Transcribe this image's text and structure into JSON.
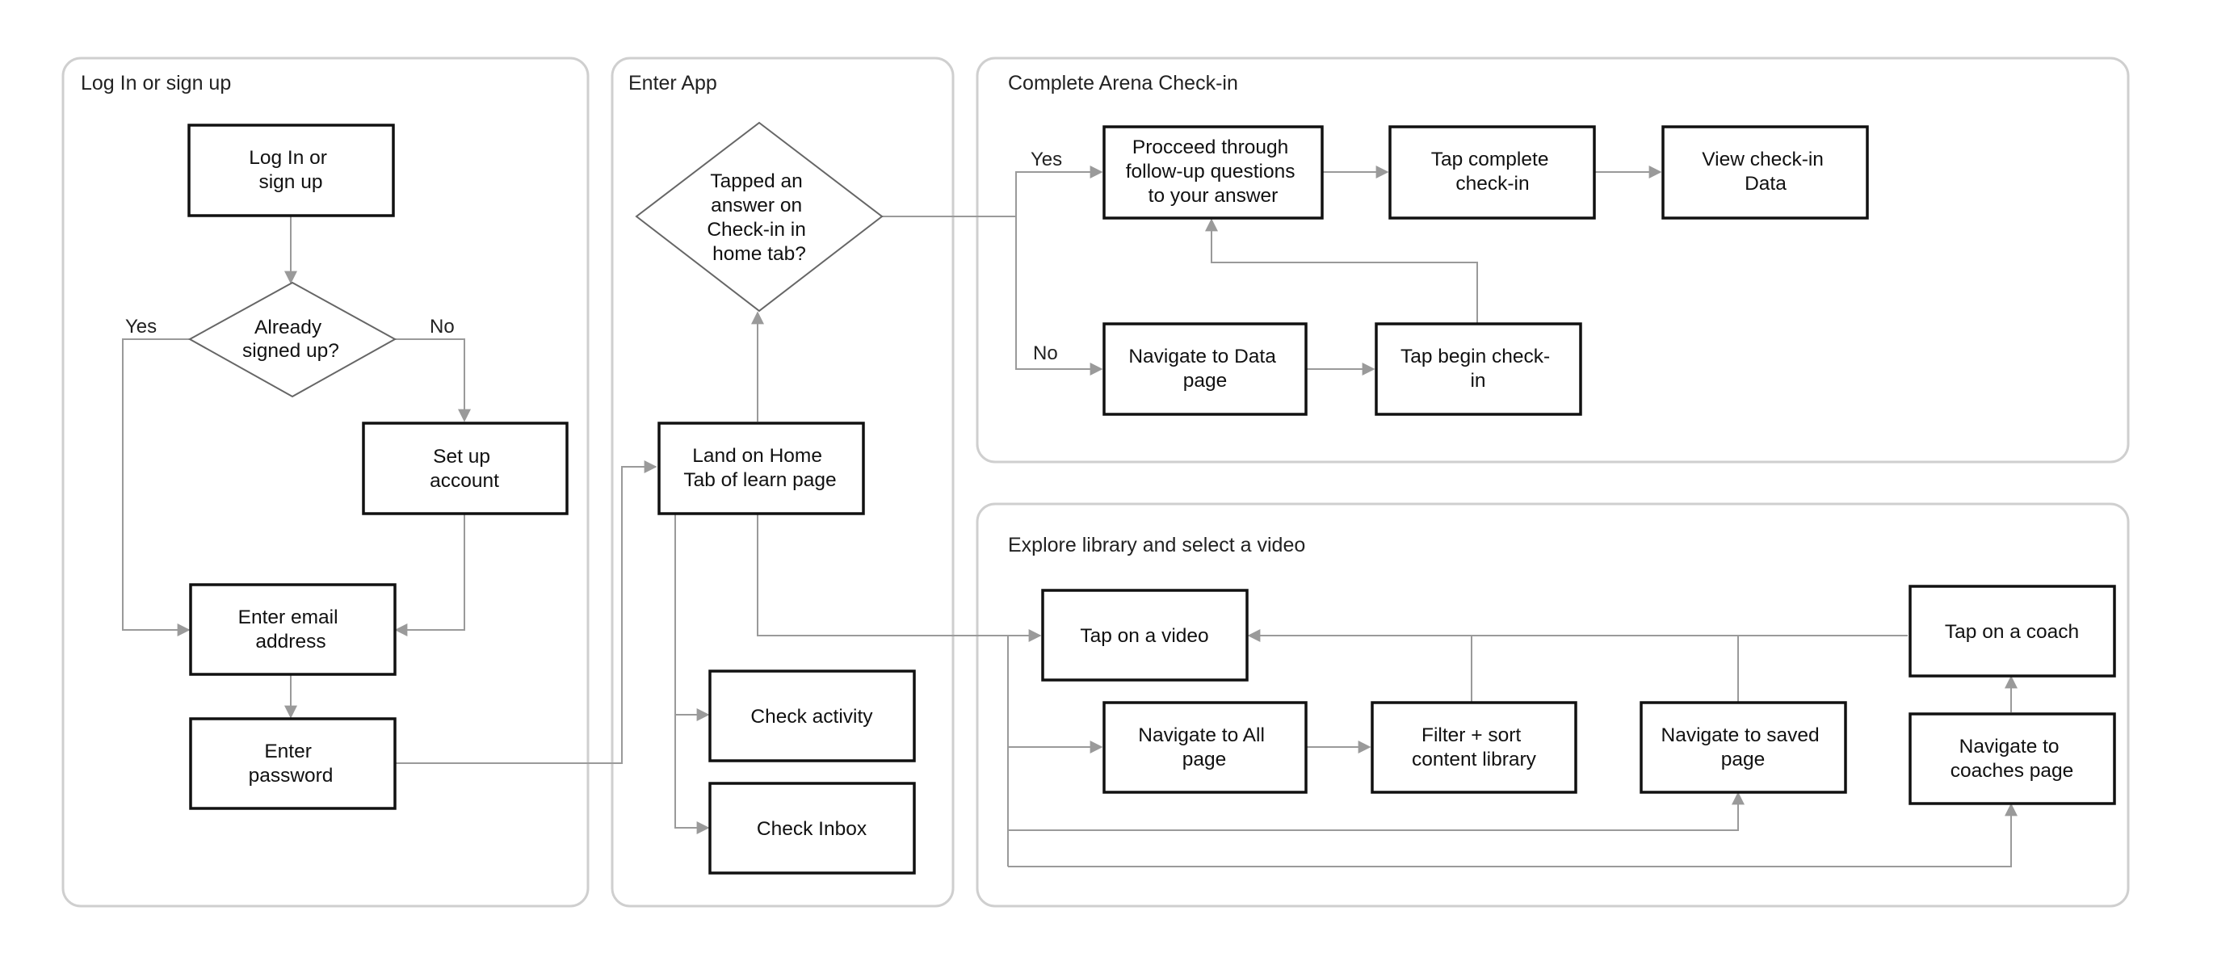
{
  "panels": {
    "login": {
      "title": "Log In or sign up"
    },
    "enter_app": {
      "title": "Enter App"
    },
    "checkin": {
      "title": "Complete Arena Check-in"
    },
    "library": {
      "title": "Explore library and select a video"
    }
  },
  "nodes": {
    "login_signup": [
      "Log In or",
      "sign up"
    ],
    "already_signed_up": [
      "Already",
      "signed up?"
    ],
    "set_up_account": [
      "Set up",
      "account"
    ],
    "enter_email": [
      "Enter email",
      "address"
    ],
    "enter_password": [
      "Enter",
      "password"
    ],
    "tapped_answer": [
      "Tapped an",
      "answer on",
      "Check-in in",
      "home tab?"
    ],
    "land_home": [
      "Land on Home",
      "Tab of learn page"
    ],
    "check_activity": [
      "Check activity"
    ],
    "check_inbox": [
      "Check Inbox"
    ],
    "proceed_followup": [
      "Procceed through",
      "follow-up questions",
      "to your answer"
    ],
    "tap_complete": [
      "Tap complete",
      "check-in"
    ],
    "view_checkin": [
      "View check-in",
      "Data"
    ],
    "navigate_data": [
      "Navigate to Data",
      "page"
    ],
    "tap_begin": [
      "Tap begin check-",
      "in"
    ],
    "tap_video": [
      "Tap on a video"
    ],
    "tap_coach": [
      "Tap on a coach"
    ],
    "navigate_all": [
      "Navigate to All",
      "page"
    ],
    "filter_sort": [
      "Filter + sort",
      "content library"
    ],
    "navigate_saved": [
      "Navigate to saved",
      "page"
    ],
    "navigate_coaches": [
      "Navigate to",
      "coaches page"
    ]
  },
  "edge_labels": {
    "yes_signed": "Yes",
    "no_signed": "No",
    "yes_tapped": "Yes",
    "no_tapped": "No"
  }
}
